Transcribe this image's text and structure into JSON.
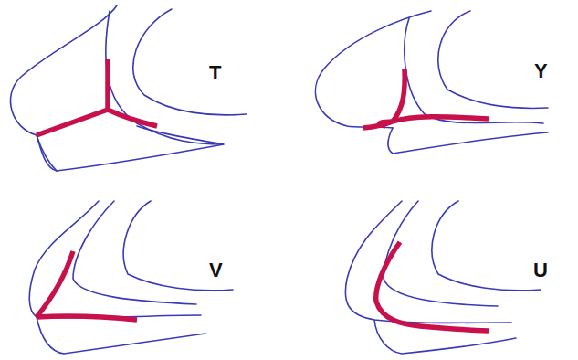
{
  "diagram": {
    "labels": [
      "T",
      "Y",
      "V",
      "U"
    ]
  }
}
